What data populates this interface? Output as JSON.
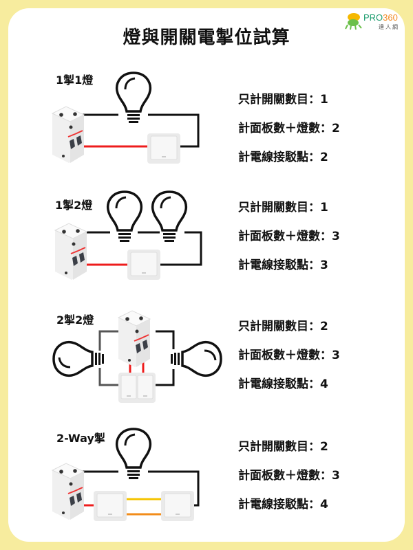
{
  "title": "燈與開關電掣位試算",
  "logo": {
    "brand": "PRO",
    "brand_num": "360",
    "sub": "達人網"
  },
  "colors": {
    "border": "#f7ec9e",
    "live_wire": "#ee1c1c",
    "neutral_wire": "#111111",
    "two_way_wire_1": "#f5c400",
    "two_way_wire_2": "#f28c1a"
  },
  "sections": [
    {
      "label": "1掣1燈",
      "lines": [
        "只計開關數目：1",
        "計面板數＋燈數：2",
        "計電線接駁點：2"
      ]
    },
    {
      "label": "1掣2燈",
      "lines": [
        "只計開關數目：1",
        "計面板數＋燈數：3",
        "計電線接駁點：3"
      ]
    },
    {
      "label": "2掣2燈",
      "lines": [
        "只計開關數目：2",
        "計面板數＋燈數：3",
        "計電線接駁點：4"
      ]
    },
    {
      "label": "2-Way掣",
      "lines": [
        "只計開關數目：2",
        "計面板數＋燈數：3",
        "計電線接駁點：4"
      ]
    }
  ],
  "icons": [
    "breaker-icon",
    "light-bulb-icon",
    "wall-switch-icon",
    "double-switch-icon"
  ]
}
